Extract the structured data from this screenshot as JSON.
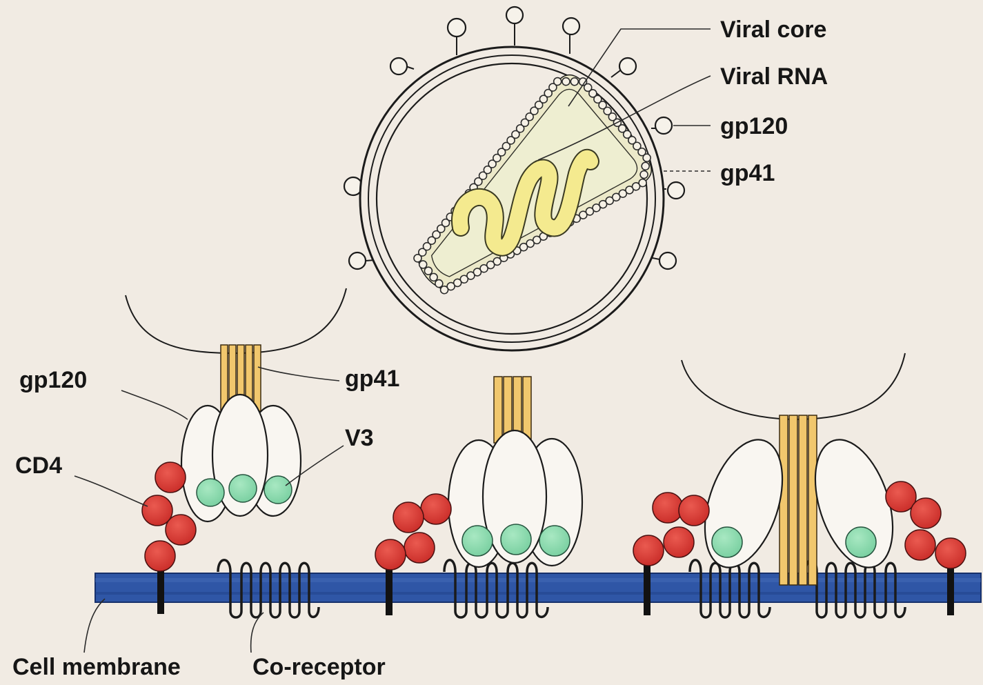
{
  "labels": {
    "viral_core": "Viral core",
    "viral_rna": "Viral RNA",
    "gp120_top": "gp120",
    "gp41_top": "gp41",
    "gp120_left": "gp120",
    "gp41_left": "gp41",
    "v3": "V3",
    "cd4": "CD4",
    "cell_membrane": "Cell membrane",
    "co_receptor": "Co-receptor"
  },
  "colors": {
    "background": "#f1ebe3",
    "membrane": "#2f56a6",
    "cd4": "#d63a34",
    "v3": "#8fdcb0",
    "gp41": "#f1c76d",
    "rna": "#f4ea8f",
    "core_fill": "#ece9c9"
  }
}
